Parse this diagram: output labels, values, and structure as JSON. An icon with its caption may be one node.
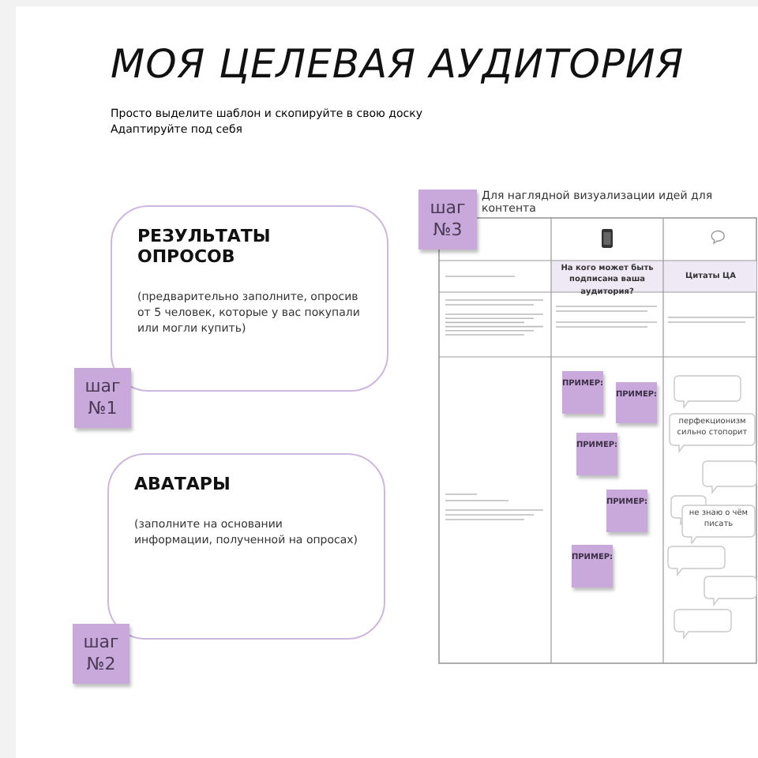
{
  "diagram": {
    "title": "МОЯ ЦЕЛЕВАЯ АУДИТОРИЯ",
    "nodes": [
      {
        "text": [
          "РЕЗУЛЬТАТЫ ОПРОСОВ",
          "(предварительно заполните, опросив от 5 человек, которые у вас покупали или могли купить)"
        ]
      },
      {
        "text": [
          "шаг №1"
        ]
      },
      {
        "text": [
          "АВАТАРЫ",
          "(заполните на основании информации, полученной на опросах)"
        ]
      },
      {
        "text": [
          "шаг №2"
        ]
      },
      {
        "text": [
          "шаг №3"
        ]
      },
      {
        "text": [
          "ПРИМЕР:"
        ]
      },
      {
        "text": [
          "ПРИМЕР:"
        ]
      },
      {
        "text": [
          "ПРИМЕР:"
        ]
      },
      {
        "text": [
          "ПРИМЕР:"
        ]
      },
      {
        "text": [
          "ПРИМЕР:"
        ]
      },
      {
        "text": [],
        "shape": "bubble"
      },
      {
        "text": [
          "перфекционизм сильно стопорит"
        ]
      },
      {
        "text": [],
        "shape": "bubble"
      },
      {
        "text": [],
        "shape": "bubble"
      },
      {
        "text": [
          "не знаю о чём писать"
        ]
      },
      {
        "text": [],
        "shape": "bubble"
      },
      {
        "text": [],
        "shape": "bubble"
      },
      {
        "text": [],
        "shape": "bubble"
      }
    ],
    "labels": [
      "Просто выделите шаблон и скопируйте в свою доску Адаптируйте под себя",
      "Для наглядной визуализации идей для контента",
      "На кого может быть подписана ваша аудитория?",
      "Цитаты ЦА"
    ]
  }
}
